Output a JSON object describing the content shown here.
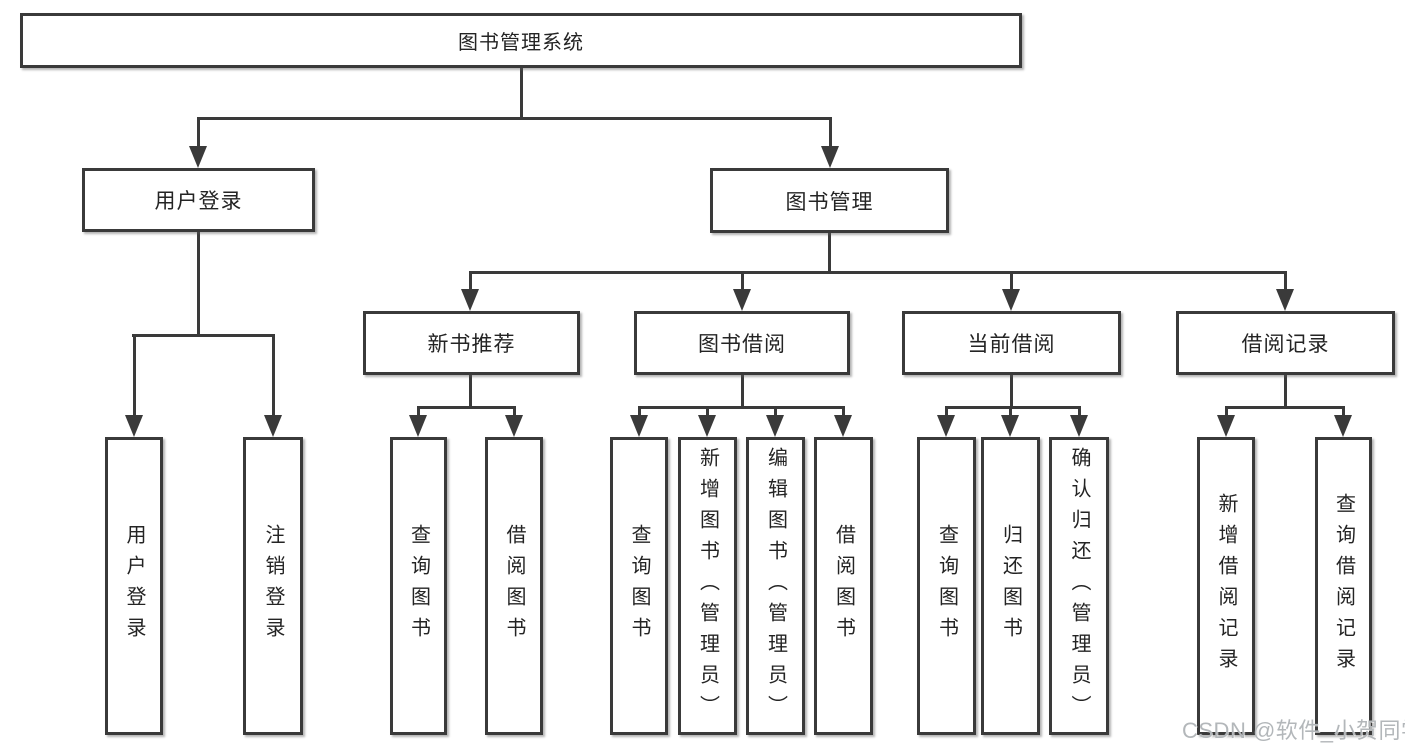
{
  "diagram": {
    "title": "图书管理系统",
    "root": {
      "label": "图书管理系统"
    },
    "branches": [
      {
        "label": "用户登录",
        "children": [
          {
            "label": "用户登录"
          },
          {
            "label": "注销登录"
          }
        ]
      },
      {
        "label": "图书管理",
        "children": [
          {
            "label": "新书推荐",
            "children": [
              {
                "label": "查询图书"
              },
              {
                "label": "借阅图书"
              }
            ]
          },
          {
            "label": "图书借阅",
            "children": [
              {
                "label": "查询图书"
              },
              {
                "label": "新增图书（管理员）"
              },
              {
                "label": "编辑图书（管理员）"
              },
              {
                "label": "借阅图书"
              }
            ]
          },
          {
            "label": "当前借阅",
            "children": [
              {
                "label": "查询图书"
              },
              {
                "label": "归还图书"
              },
              {
                "label": "确认归还（管理员）"
              }
            ]
          },
          {
            "label": "借阅记录",
            "children": [
              {
                "label": "新增借阅记录"
              },
              {
                "label": "查询借阅记录"
              }
            ]
          }
        ]
      }
    ]
  },
  "watermark": {
    "text": "CSDN @软件_小贺同学"
  },
  "colors": {
    "line": "#3a3a3a",
    "text": "#242424",
    "background": "#ffffff",
    "watermark": "#b3b7ba"
  }
}
